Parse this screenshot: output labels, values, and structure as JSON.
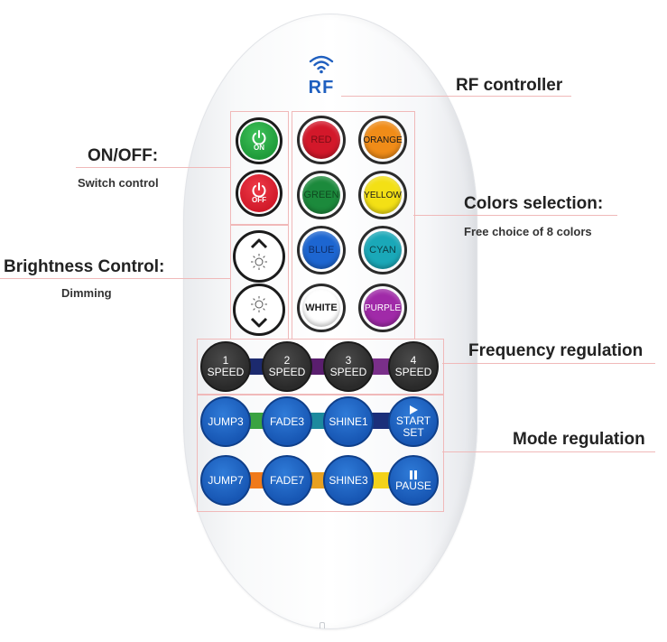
{
  "remote": {
    "brand": "RF",
    "wifi_icon": "wifi-icon"
  },
  "callouts": {
    "rf": "RF controller",
    "onoff_title": "ON/OFF:",
    "onoff_sub": "Switch control",
    "brightness_title": "Brightness Control:",
    "brightness_sub": "Dimming",
    "colors_title": "Colors selection:",
    "colors_sub": "Free choice of 8 colors",
    "frequency": "Frequency regulation",
    "mode": "Mode regulation"
  },
  "power_buttons": {
    "on": "ON",
    "off": "OFF",
    "on_color": "#1f9b3a",
    "off_color": "#d11a2a"
  },
  "brightness_buttons": {
    "up_icon": "brightness-up-icon",
    "down_icon": "brightness-down-icon"
  },
  "color_buttons": [
    {
      "label": "RED",
      "color": "#d3182a",
      "text_color": "#7a0d15"
    },
    {
      "label": "ORANGE",
      "color": "#f08c18",
      "text_color": "#1a1a1a"
    },
    {
      "label": "GREEN",
      "color": "#1c8a3c",
      "text_color": "#0f4a20"
    },
    {
      "label": "YELLOW",
      "color": "#f3e015",
      "text_color": "#1a1a1a"
    },
    {
      "label": "BLUE",
      "color": "#1d66d1",
      "text_color": "#0e2f6b"
    },
    {
      "label": "CYAN",
      "color": "#1aa8b8",
      "text_color": "#0c3d44"
    },
    {
      "label": "WHITE",
      "color": "#ffffff",
      "text_color": "#1a1a1a"
    },
    {
      "label": "PURPLE",
      "color": "#a02aa8",
      "text_color": "#ffffff"
    }
  ],
  "speed_buttons": [
    {
      "num": "1",
      "label": "SPEED"
    },
    {
      "num": "2",
      "label": "SPEED"
    },
    {
      "num": "3",
      "label": "SPEED"
    },
    {
      "num": "4",
      "label": "SPEED"
    }
  ],
  "mode_buttons": [
    {
      "label": "JUMP3"
    },
    {
      "label": "FADE3"
    },
    {
      "label": "SHINE1"
    },
    {
      "label_top": "START",
      "label_bottom": "SET",
      "icon": "play-icon"
    },
    {
      "label": "JUMP7"
    },
    {
      "label": "FADE7"
    },
    {
      "label": "SHINE3"
    },
    {
      "label": "PAUSE",
      "icon": "pause-icon"
    }
  ],
  "bar_colors": {
    "speed": [
      "#1c2a6e",
      "#5a1e6e",
      "#7a2f8a"
    ],
    "mode_row1": [
      "#3aa341",
      "#1d8a9e",
      "#1b2f7a"
    ],
    "mode_row2": [
      "#f07a1a",
      "#e8a020",
      "#f3d21a"
    ]
  }
}
